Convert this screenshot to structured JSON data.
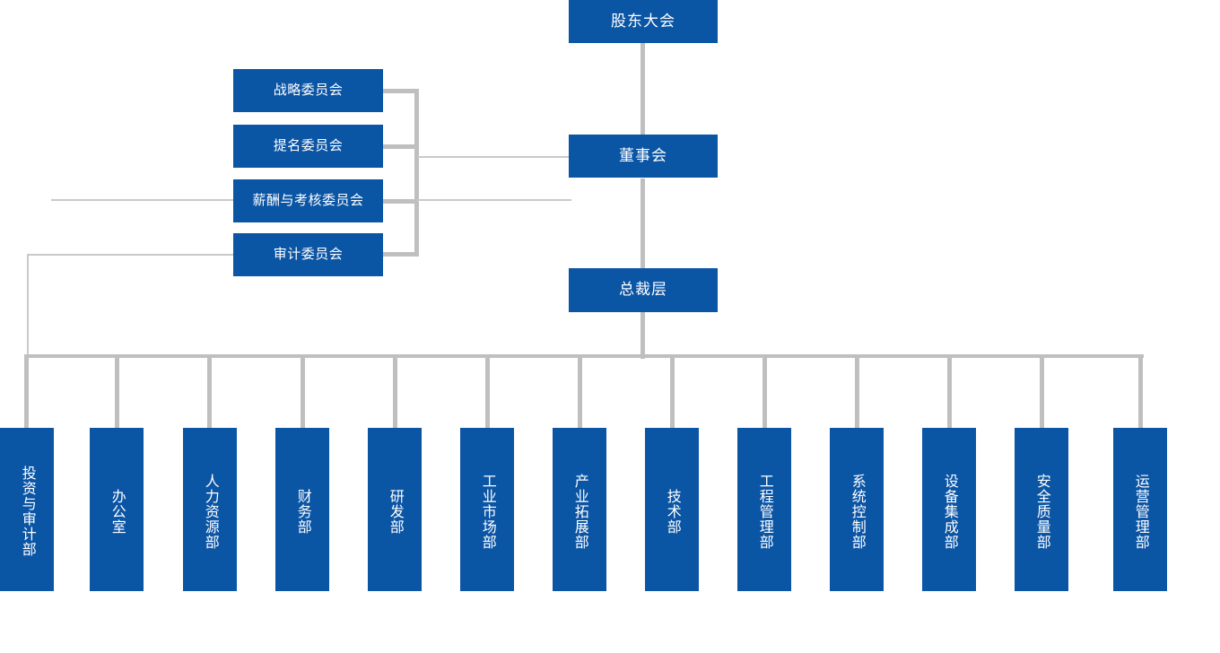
{
  "chart_title": "",
  "theme": {
    "node_fill": "#0B55A5",
    "node_text": "#FFFFFF",
    "connector": "#BFBFBF",
    "connector_light": "#C9C9C9",
    "background": "#FFFFFF"
  },
  "hierarchy": {
    "top": {
      "label": "股东大会"
    },
    "board": {
      "label": "董事会"
    },
    "president": {
      "label": "总裁层"
    }
  },
  "committees": [
    {
      "label": "战略委员会"
    },
    {
      "label": "提名委员会"
    },
    {
      "label": "薪酬与考核委员会"
    },
    {
      "label": "审计委员会"
    }
  ],
  "departments": [
    {
      "label": "投资与审计部"
    },
    {
      "label": "办公室"
    },
    {
      "label": "人力资源部"
    },
    {
      "label": "财务部"
    },
    {
      "label": "研发部"
    },
    {
      "label": "工业市场部"
    },
    {
      "label": "产业拓展部"
    },
    {
      "label": "技术部"
    },
    {
      "label": "工程管理部"
    },
    {
      "label": "系统控制部"
    },
    {
      "label": "设备集成部"
    },
    {
      "label": "安全质量部"
    },
    {
      "label": "运营管理部"
    }
  ]
}
